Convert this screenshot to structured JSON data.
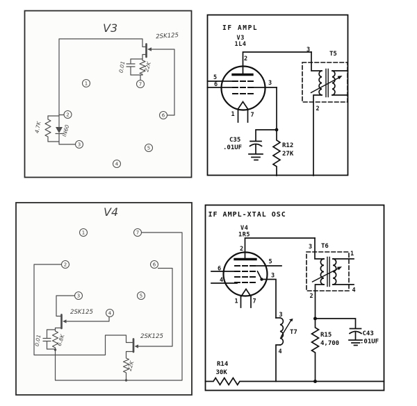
{
  "colors": {
    "ink": "#101010",
    "pencil": "#4d4d4d",
    "background": "#ffffff"
  },
  "panel_v3_layout": {
    "title": "V3",
    "transistor_label": "2SK125",
    "cap_label": "0.01",
    "source_res_label": "22K",
    "res_label": "4.7K",
    "diode_label": "IN60",
    "pin_numbers": {
      "p1": "1",
      "p2": "2",
      "p3": "3",
      "p4": "4",
      "p5": "5",
      "p6": "6",
      "p7": "7"
    }
  },
  "panel_v3_schematic": {
    "title": "IF AMPL",
    "tube_ref": "V3",
    "tube_type": "1L4",
    "pin_labels": {
      "plate": "2",
      "g5": "5",
      "g6": "6",
      "g3": "3",
      "f1": "1",
      "f7": "7"
    },
    "transformer": {
      "name": "T5",
      "pin_top": "3",
      "pin_bottom": "2"
    },
    "cap": {
      "ref": "C35",
      "value": ".01UF"
    },
    "res": {
      "ref": "R12",
      "value": "27K"
    }
  },
  "panel_v4_layout": {
    "title": "V4",
    "transistor1_label": "2SK125",
    "transistor2_label": "2SK125",
    "cap_label": "0.01",
    "res1_label": "6.8K",
    "res2_label": "22K",
    "pin_numbers": {
      "p1": "1",
      "p2": "2",
      "p3": "3",
      "p4": "4",
      "p5": "5",
      "p6": "6",
      "p7": "7"
    }
  },
  "panel_v4_schematic": {
    "title": "IF AMPL-XTAL OSC",
    "tube_ref": "V4",
    "tube_type": "1R5",
    "pin_labels": {
      "plate": "2",
      "g5": "5",
      "g6": "6",
      "g4": "4",
      "g3": "3",
      "f1": "1",
      "f7": "7"
    },
    "transformer": {
      "name": "T6",
      "pin_tl": "3",
      "pin_bl": "2",
      "pin_tr": "1",
      "pin_br": "4"
    },
    "coil": {
      "name": "T7",
      "pin_top": "3",
      "pin_bottom": "4"
    },
    "res_plate": {
      "ref": "R15",
      "value": "4,700"
    },
    "cap": {
      "ref": "C43",
      "value": ".01UF"
    },
    "res_grid": {
      "ref": "R14",
      "value": "30K"
    }
  }
}
